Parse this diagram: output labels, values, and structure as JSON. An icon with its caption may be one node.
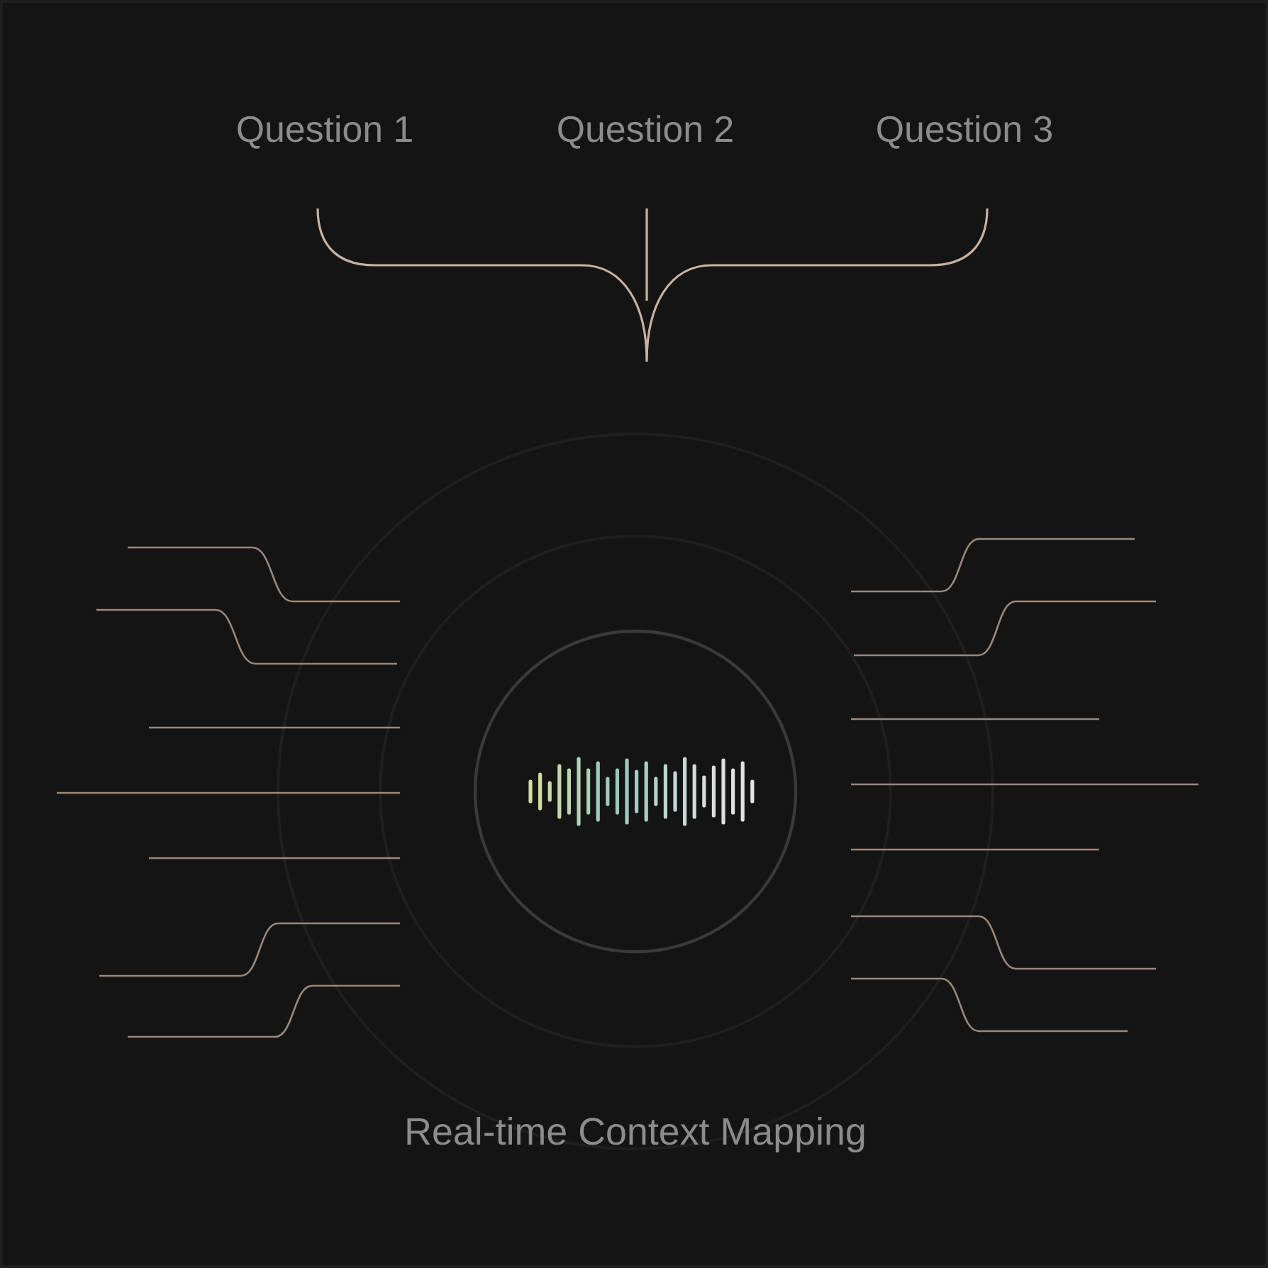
{
  "diagram": {
    "caption": "Real-time Context Mapping",
    "labels": [
      "Question 1",
      "Question 2",
      "Question 3"
    ]
  }
}
